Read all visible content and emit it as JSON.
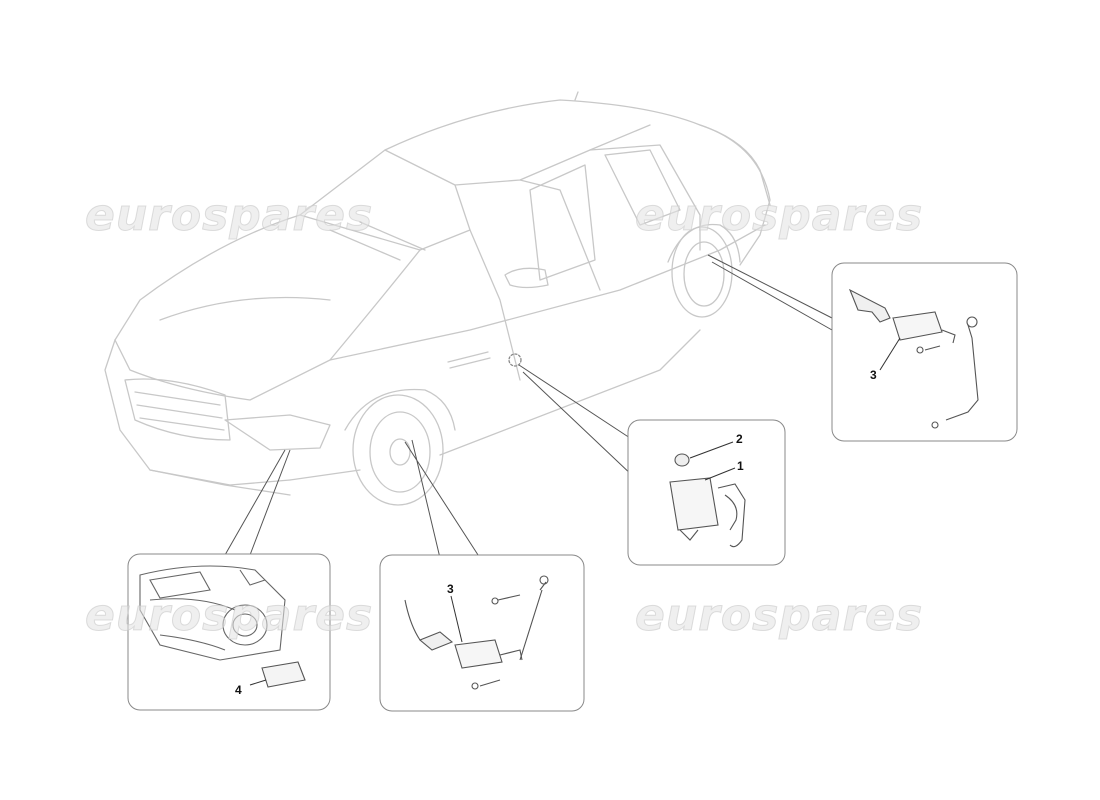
{
  "watermark": "eurospares",
  "callouts": {
    "front_sensor": "3",
    "rear_sensor": "3",
    "control_unit": "1",
    "grommet": "2",
    "headlight_module": "4"
  },
  "colors": {
    "line": "#555555",
    "car_line": "#c8c8c8",
    "box_border": "#888888",
    "watermark": "#dddddd"
  }
}
